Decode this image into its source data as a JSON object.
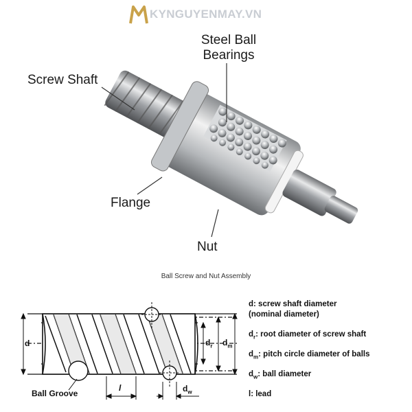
{
  "watermark": {
    "text": "KYNGUYENMAY.VN",
    "logo": "M-logo"
  },
  "photo": {
    "labels": {
      "steel_ball_line1": "Steel Ball",
      "steel_ball_line2": "Bearings",
      "screw_shaft": "Screw Shaft",
      "flange": "Flange",
      "nut": "Nut"
    },
    "caption": "Ball Screw and Nut Assembly"
  },
  "diagram": {
    "labels": {
      "d": "d",
      "dr_base": "d",
      "dr_sub": "r",
      "dm_base": "d",
      "dm_sub": "m",
      "dw_base": "d",
      "dw_sub": "w",
      "lead": "l",
      "ball_groove": "Ball Groove"
    }
  },
  "legend": {
    "d_line1": "d: screw shaft diameter",
    "d_line2": "(nominal diameter)",
    "dr_base": "d",
    "dr_sub": "r",
    "dr_text": ": root diameter of screw shaft",
    "dm_base": "d",
    "dm_sub": "m",
    "dm_text": ": pitch circle diameter of balls",
    "dw_base": "d",
    "dw_sub": "w",
    "dw_text": ": ball diameter",
    "l_text": "l: lead"
  },
  "colors": {
    "logo_gold": "#c9a24a",
    "watermark_gray": "#c9cdd3",
    "steel": "#b9bcc0"
  }
}
